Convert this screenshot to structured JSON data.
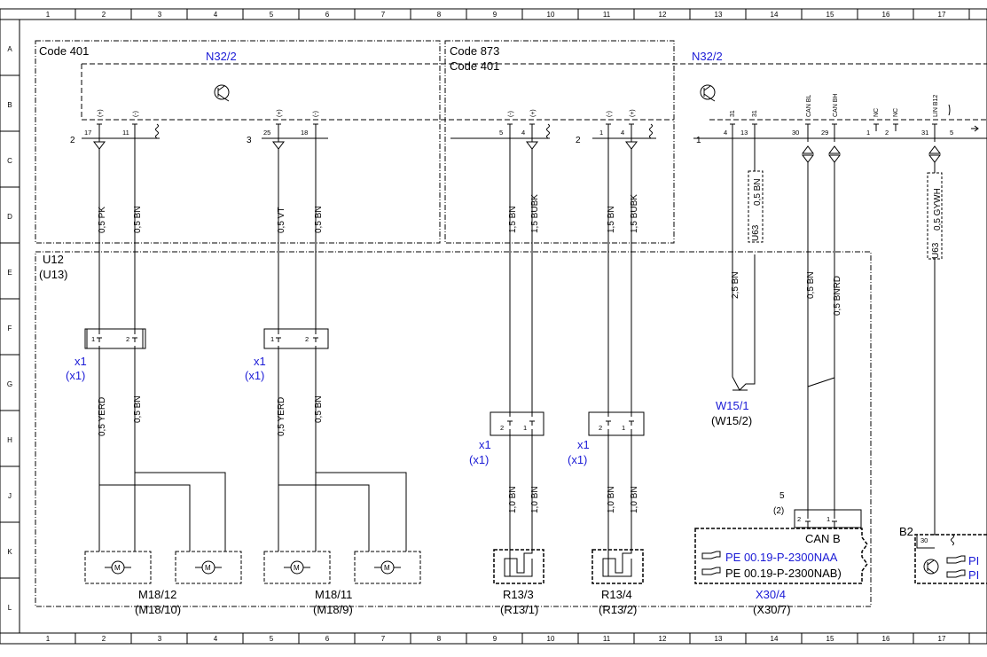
{
  "grid": {
    "columns": [
      "1",
      "2",
      "3",
      "4",
      "5",
      "6",
      "7",
      "8",
      "9",
      "10",
      "11",
      "12",
      "13",
      "14",
      "15",
      "16",
      "17"
    ],
    "rows": [
      "A",
      "B",
      "C",
      "D",
      "E",
      "F",
      "G",
      "H",
      "J",
      "K",
      "L"
    ]
  },
  "codes": {
    "left": "Code 401",
    "mid_a": "Code 873",
    "mid_b": "Code 401"
  },
  "components": {
    "n32_left": "N32/2",
    "n32_right": "N32/2",
    "u12": "U12",
    "u12_alt": "(U13)",
    "m18_12": "M18/12",
    "m18_10": "(M18/10)",
    "m18_11": "M18/11",
    "m18_9": "(M18/9)",
    "r13_3": "R13/3",
    "r13_1": "(R13/1)",
    "r13_4": "R13/4",
    "r13_2": "(R13/2)",
    "x30_4": "X30/4",
    "x30_7": "(X30/7)",
    "w15_1": "W15/1",
    "w15_2": "(W15/2)",
    "b2": "B2",
    "can_b": "CAN B",
    "pe1": "PE 00.19-P-2300NAA",
    "pe2": "PE 00.19-P-2300NAB)",
    "pe_right1": "PI",
    "pe_right2": "PI"
  },
  "connectors": {
    "x1": "x1",
    "x1_alt": "(x1)",
    "plug2": "2",
    "plug3": "3",
    "plug1": "1",
    "x30_num": "5",
    "x30_num_alt": "(2)",
    "b2_pin": "30"
  },
  "pins": {
    "p17": "17",
    "p11": "11",
    "p25": "25",
    "p18": "18",
    "p5": "5",
    "p4a": "4",
    "p1": "1",
    "p4b": "4",
    "p4c": "4",
    "p13": "13",
    "p30": "30",
    "p29": "29",
    "p1b": "1",
    "p2b": "2",
    "p31": "31",
    "p5b": "5",
    "j1": "1",
    "j2": "2",
    "j2b": "2",
    "j1b": "1",
    "h2": "2",
    "h1": "1",
    "h2b": "2",
    "h1b": "1",
    "k2": "2",
    "k1": "1"
  },
  "pin_labels": {
    "plus": "(+)",
    "minus": "(-)",
    "can_bl": "CAN BL",
    "can_bh": "CAN BH",
    "nc": "NC",
    "l31": "31",
    "lin_b12": "LIN B12"
  },
  "wires": {
    "pk": "0,5 PK",
    "bn": "0,5 BN",
    "vt": "0,5 VT",
    "bn2": "0,5 BN",
    "bn15a": "1,5 BN",
    "bubk_a": "1,5 BUBK",
    "bn15b": "1,5 BN",
    "bubk_b": "1,5 BUBK",
    "bn25": "2,5 BN",
    "bn05c": "0,5 BN",
    "bn05d": "0,5 BN",
    "bnrd": "0,5 BNRD",
    "gywh": "0,5 GYWH",
    "yerd_a": "0,5 YERD",
    "bn_lo_a": "0,5 BN",
    "yerd_b": "0,5 YERD",
    "bn_lo_b": "0,5 BN",
    "bn10a": "1,0 BN",
    "bn10b": "1,0 BN",
    "bn10c": "1,0 BN",
    "bn10d": "1,0 BN",
    "u63": "U63"
  },
  "icons": {
    "transistor": "transistor-icon",
    "motor": "motor-icon",
    "heater": "heater-element-icon",
    "pointing_hand": "pointing-hand-icon"
  },
  "colors": {
    "blue_label": "#1a1ad6",
    "line": "#000000"
  }
}
